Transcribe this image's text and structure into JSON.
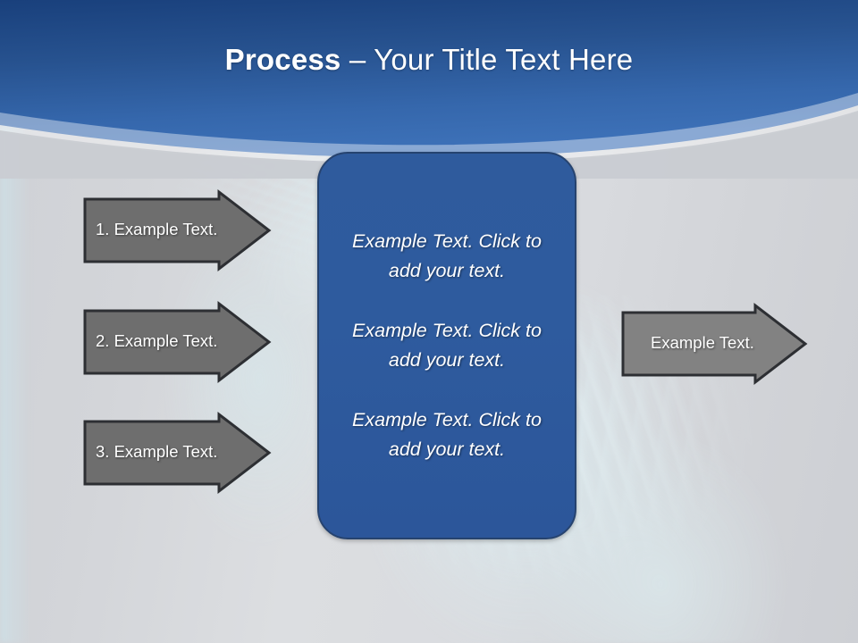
{
  "slide": {
    "title_bold": "Process",
    "title_rest": " – Your Title Text Here",
    "colors": {
      "header_top": "#1d4582",
      "header_bottom": "#3c6cb3",
      "center_box_fill": "#2e5b9e",
      "center_box_border": "#26436f",
      "arrow_left_fill": "#6e6e6e",
      "arrow_right_fill": "#828282",
      "arrow_border": "#2d2f33",
      "background": "#d4d6da",
      "text_light": "#ffffff"
    }
  },
  "steps": [
    {
      "label": "1. Example Text."
    },
    {
      "label": "2. Example Text."
    },
    {
      "label": "3. Example Text."
    }
  ],
  "center": {
    "blocks": [
      {
        "text": "Example Text. Click  to add your text."
      },
      {
        "text": "Example Text. Click  to add your text."
      },
      {
        "text": "Example Text. Click  to add your text."
      }
    ]
  },
  "result": {
    "label": "Example Text."
  }
}
